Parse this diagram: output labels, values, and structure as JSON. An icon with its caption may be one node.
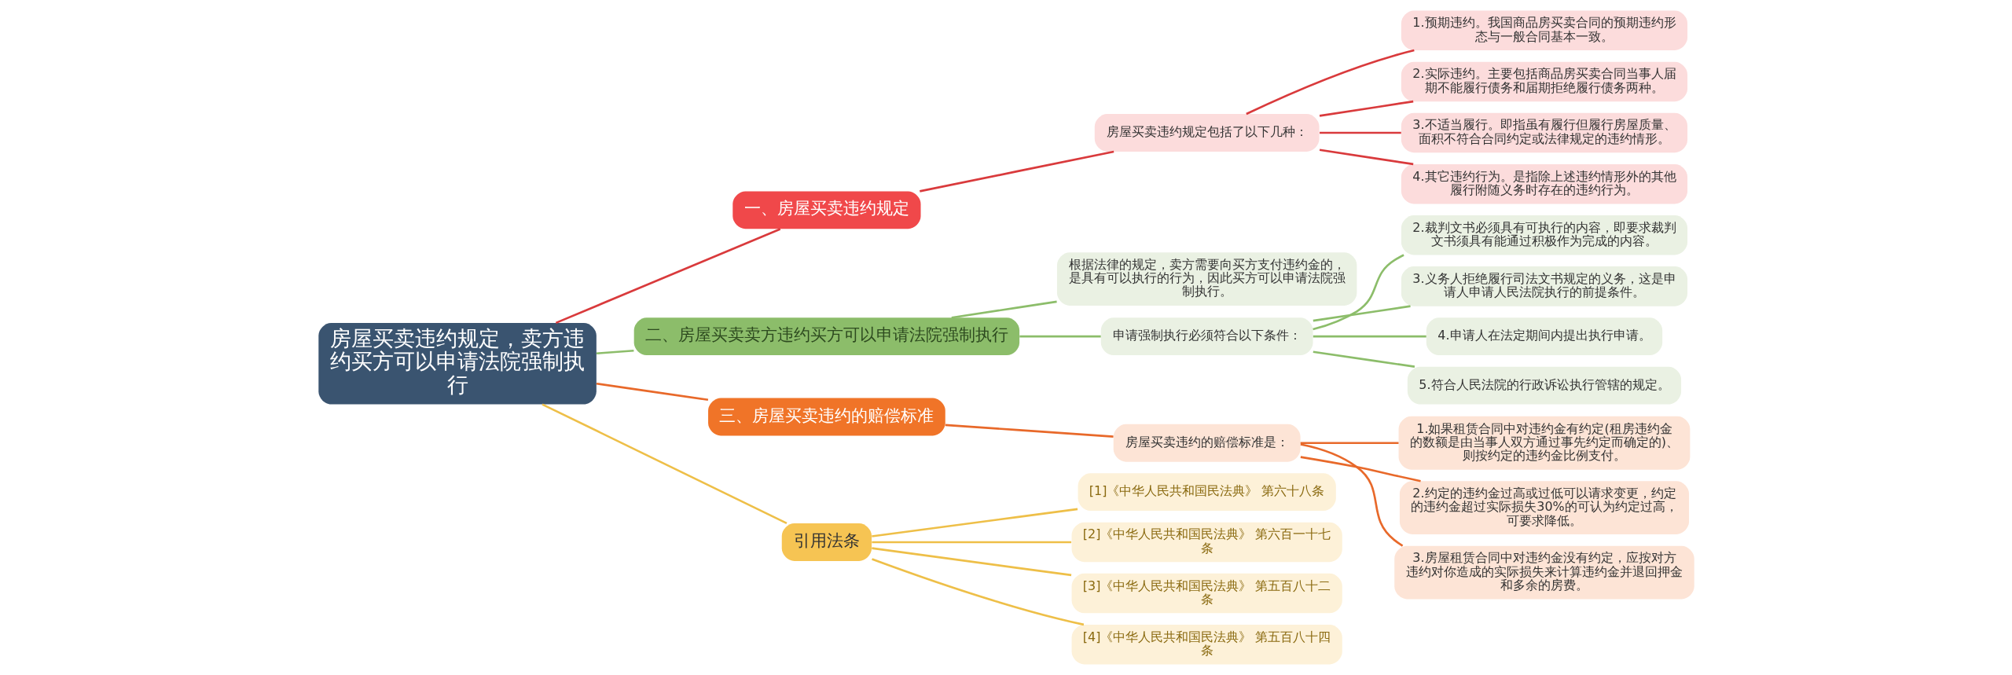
{
  "diagram": {
    "nodes": [
      {
        "text": [
          "房屋买卖违约规定，卖方违约买方可以申请法院强制执行"
        ]
      },
      {
        "text": [
          "一、房屋买卖违约规定"
        ]
      },
      {
        "text": [
          "房屋买卖违约规定包括了以下几种："
        ]
      },
      {
        "text": [
          "1.预期违约。我国商品房买卖合同的预期违约形态与一般合同基本一致。"
        ]
      },
      {
        "text": [
          "2.实际违约。主要包括商品房买卖合同当事人届期不能履行债务和届期拒绝履行债务两种。"
        ]
      },
      {
        "text": [
          "3.不适当履行。即指虽有履行但履行房屋质量、面积不符合合同约定或法律规定的违约情形。"
        ]
      },
      {
        "text": [
          "4.其它违约行为。是指除上述违约情形外的其他履行附随义务时存在的违约行为。"
        ]
      },
      {
        "text": [
          "二、房屋买卖卖方违约买方可以申请法院强制执行"
        ]
      },
      {
        "text": [
          "根据法律的规定，卖方需要向买方支付违约金的，是具有可以执行的行为，因此买方可以申请法院强制执行。"
        ]
      },
      {
        "text": [
          "申请强制执行必须符合以下条件："
        ]
      },
      {
        "text": [
          "2.裁判文书必须具有可执行的内容，即要求裁判文书须具有能通过积极作为完成的内容。"
        ]
      },
      {
        "text": [
          "3.义务人拒绝履行司法文书规定的义务，这是申请人申请人民法院执行的前提条件。"
        ]
      },
      {
        "text": [
          "4.申请人在法定期间内提出执行申请。"
        ]
      },
      {
        "text": [
          "5.符合人民法院的行政诉讼执行管辖的规定。"
        ]
      },
      {
        "text": [
          "三、房屋买卖违约的赔偿标准"
        ]
      },
      {
        "text": [
          "房屋买卖违约的赔偿标准是："
        ]
      },
      {
        "text": [
          "1.如果租赁合同中对违约金有约定(租房违约金的数额是由当事人双方通过事先约定而确定的)、则按约定的违约金比例支付。"
        ]
      },
      {
        "text": [
          "2.约定的违约金过高或过低可以请求变更，约定的违约金超过实际损失30%的可认为约定过高，可要求降低。"
        ]
      },
      {
        "text": [
          "3.房屋租赁合同中对违约金没有约定，应按对方违约对你造成的实际损失来计算违约金并退回押金和多余的房费。"
        ]
      },
      {
        "text": [
          "引用法条"
        ]
      },
      {
        "text": [
          "[1]《中华人民共和国民法典》 第六十八条"
        ]
      },
      {
        "text": [
          "[2]《中华人民共和国民法典》 第六百一十七条"
        ]
      },
      {
        "text": [
          "[3]《中华人民共和国民法典》 第五百八十二条"
        ]
      },
      {
        "text": [
          "[4]《中华人民共和国民法典》 第五百八十四条"
        ]
      }
    ],
    "edges": [
      {
        "from": 0,
        "to": 1,
        "arrow": "none",
        "color": "#d93a3c"
      },
      {
        "from": 1,
        "to": 2,
        "arrow": "none",
        "color": "#d93a3c"
      },
      {
        "from": 2,
        "to": 3,
        "arrow": "none",
        "color": "#d93a3c"
      },
      {
        "from": 2,
        "to": 4,
        "arrow": "none",
        "color": "#d93a3c"
      },
      {
        "from": 2,
        "to": 5,
        "arrow": "none",
        "color": "#d93a3c"
      },
      {
        "from": 2,
        "to": 6,
        "arrow": "none",
        "color": "#d93a3c"
      },
      {
        "from": 0,
        "to": 7,
        "arrow": "none",
        "color": "#8cbd6a"
      },
      {
        "from": 7,
        "to": 8,
        "arrow": "none",
        "color": "#8cbd6a"
      },
      {
        "from": 7,
        "to": 9,
        "arrow": "none",
        "color": "#8cbd6a"
      },
      {
        "from": 9,
        "to": 10,
        "arrow": "none",
        "color": "#8cbd6a"
      },
      {
        "from": 9,
        "to": 11,
        "arrow": "none",
        "color": "#8cbd6a"
      },
      {
        "from": 9,
        "to": 12,
        "arrow": "none",
        "color": "#8cbd6a"
      },
      {
        "from": 9,
        "to": 13,
        "arrow": "none",
        "color": "#8cbd6a"
      },
      {
        "from": 0,
        "to": 14,
        "arrow": "none",
        "color": "#e8692a"
      },
      {
        "from": 14,
        "to": 15,
        "arrow": "none",
        "color": "#e8692a"
      },
      {
        "from": 15,
        "to": 16,
        "arrow": "none",
        "color": "#e8692a"
      },
      {
        "from": 15,
        "to": 17,
        "arrow": "none",
        "color": "#e8692a"
      },
      {
        "from": 15,
        "to": 18,
        "arrow": "none",
        "color": "#e8692a"
      },
      {
        "from": 0,
        "to": 19,
        "arrow": "none",
        "color": "#eebf48"
      },
      {
        "from": 19,
        "to": 20,
        "arrow": "none",
        "color": "#eebf48"
      },
      {
        "from": 19,
        "to": 21,
        "arrow": "none",
        "color": "#eebf48"
      },
      {
        "from": 19,
        "to": 22,
        "arrow": "none",
        "color": "#eebf48"
      },
      {
        "from": 19,
        "to": 23,
        "arrow": "none",
        "color": "#eebf48"
      }
    ]
  }
}
